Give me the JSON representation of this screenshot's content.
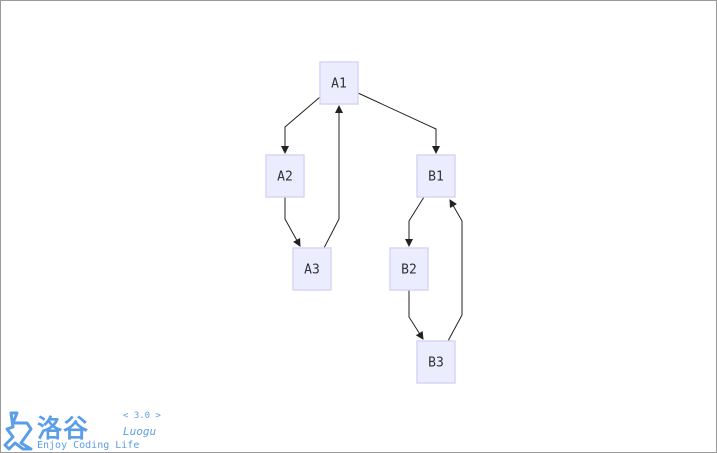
{
  "diagram": {
    "type": "flowchart",
    "direction": "top-down",
    "colors": {
      "node_fill": "#ECECFF",
      "node_stroke": "#D6D6F5",
      "edge": "#222222",
      "label": "#333333"
    },
    "nodes": [
      {
        "id": "A1",
        "label": "A1"
      },
      {
        "id": "A2",
        "label": "A2"
      },
      {
        "id": "A3",
        "label": "A3"
      },
      {
        "id": "B1",
        "label": "B1"
      },
      {
        "id": "B2",
        "label": "B2"
      },
      {
        "id": "B3",
        "label": "B3"
      }
    ],
    "edges": [
      {
        "from": "A1",
        "to": "A2"
      },
      {
        "from": "A1",
        "to": "B1"
      },
      {
        "from": "A2",
        "to": "A3"
      },
      {
        "from": "A3",
        "to": "A1"
      },
      {
        "from": "B1",
        "to": "B2"
      },
      {
        "from": "B2",
        "to": "B3"
      },
      {
        "from": "B3",
        "to": "B1"
      }
    ]
  },
  "watermark": {
    "brand_cn": "洛谷",
    "version": "< 3.0 >",
    "brand_latin": "Luogu",
    "slogan": "Enjoy Coding Life",
    "color": "#5b9ee8",
    "icon": "luogu-logo-icon"
  }
}
